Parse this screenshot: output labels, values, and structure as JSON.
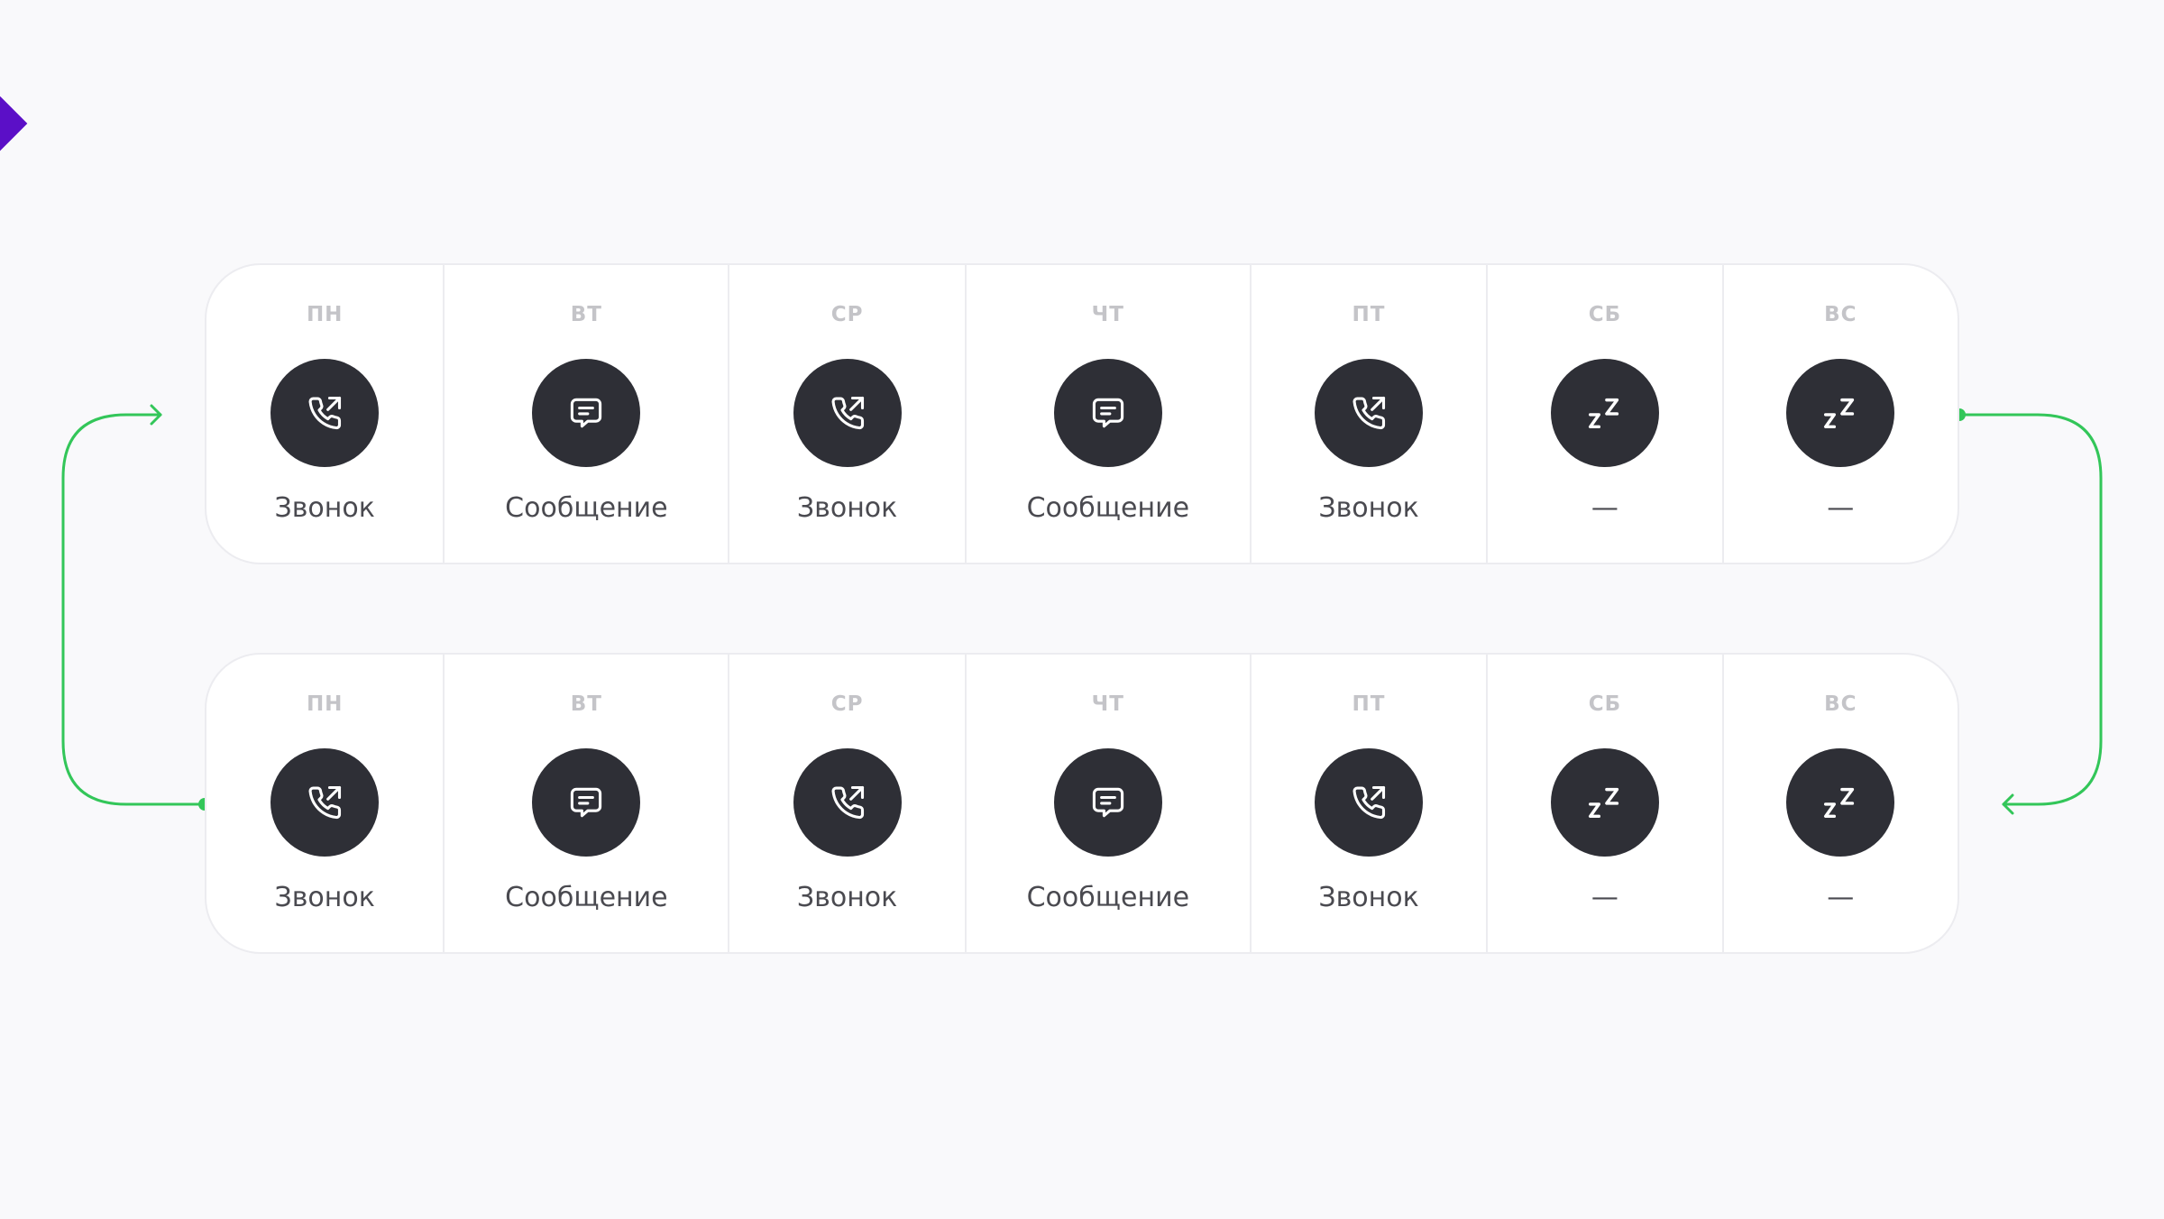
{
  "weeks": [
    {
      "days": [
        {
          "day": "ПН",
          "icon": "phone-outgoing-icon",
          "label": "Звонок"
        },
        {
          "day": "ВТ",
          "icon": "message-icon",
          "label": "Сообщение"
        },
        {
          "day": "СР",
          "icon": "phone-outgoing-icon",
          "label": "Звонок"
        },
        {
          "day": "ЧТ",
          "icon": "message-icon",
          "label": "Сообщение"
        },
        {
          "day": "ПТ",
          "icon": "phone-outgoing-icon",
          "label": "Звонок"
        },
        {
          "day": "СБ",
          "icon": "sleep-icon",
          "label": "—"
        },
        {
          "day": "ВС",
          "icon": "sleep-icon",
          "label": "—"
        }
      ]
    },
    {
      "days": [
        {
          "day": "ПН",
          "icon": "phone-outgoing-icon",
          "label": "Звонок"
        },
        {
          "day": "ВТ",
          "icon": "message-icon",
          "label": "Сообщение"
        },
        {
          "day": "СР",
          "icon": "phone-outgoing-icon",
          "label": "Звонок"
        },
        {
          "day": "ЧТ",
          "icon": "message-icon",
          "label": "Сообщение"
        },
        {
          "day": "ПТ",
          "icon": "phone-outgoing-icon",
          "label": "Звонок"
        },
        {
          "day": "СБ",
          "icon": "sleep-icon",
          "label": "—"
        },
        {
          "day": "ВС",
          "icon": "sleep-icon",
          "label": "—"
        }
      ]
    }
  ],
  "colors": {
    "accent_mark": "#5b0fc7",
    "connector": "#33c659",
    "icon_background": "#2e2f36",
    "icon_foreground": "#ffffff"
  }
}
